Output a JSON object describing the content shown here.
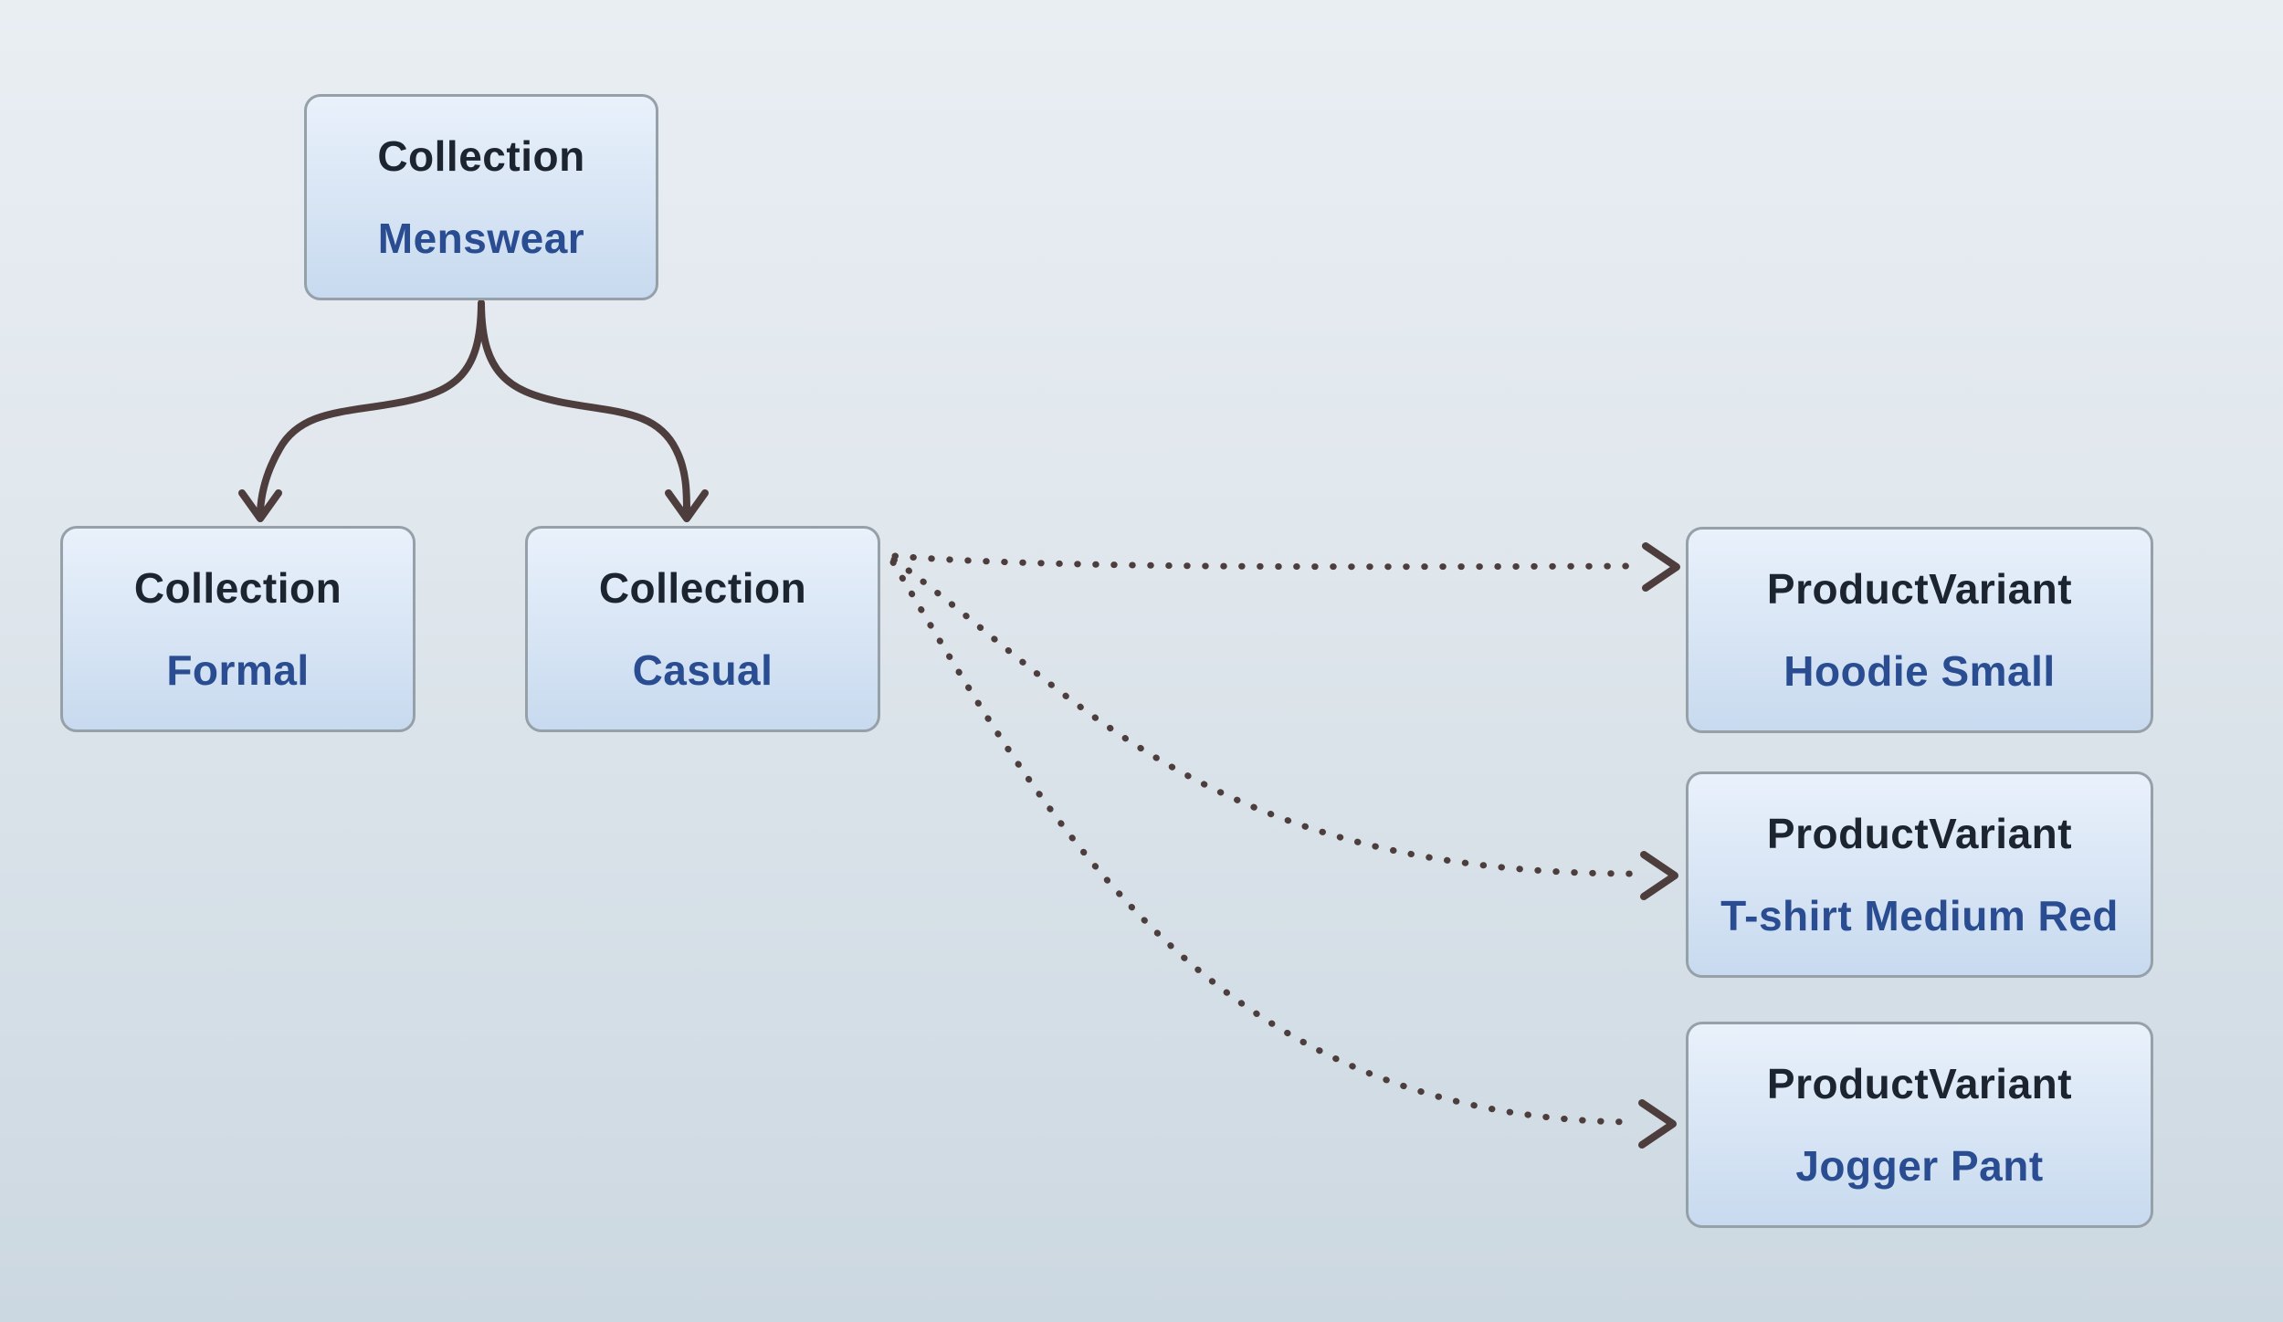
{
  "diagram": {
    "nodes": [
      {
        "id": "menswear",
        "type": "Collection",
        "name": "Menswear"
      },
      {
        "id": "formal",
        "type": "Collection",
        "name": "Formal"
      },
      {
        "id": "casual",
        "type": "Collection",
        "name": "Casual"
      },
      {
        "id": "hoodie",
        "type": "ProductVariant",
        "name": "Hoodie Small"
      },
      {
        "id": "tshirt",
        "type": "ProductVariant",
        "name": "T-shirt Medium Red"
      },
      {
        "id": "jogger",
        "type": "ProductVariant",
        "name": "Jogger Pant"
      }
    ],
    "edges": [
      {
        "from": "Menswear",
        "to": "Formal",
        "style": "solid-curved-arrow"
      },
      {
        "from": "Menswear",
        "to": "Casual",
        "style": "solid-curved-arrow"
      },
      {
        "from": "Casual",
        "to": "Hoodie Small",
        "style": "dotted-curved-arrow"
      },
      {
        "from": "Casual",
        "to": "T-shirt Medium Red",
        "style": "dotted-curved-arrow"
      },
      {
        "from": "Casual",
        "to": "Jogger Pant",
        "style": "dotted-curved-arrow"
      }
    ]
  },
  "colors": {
    "bg-top": "#e9eef3",
    "bg-bottom": "#ccd8e1",
    "node-fill-top": "#e9f1fb",
    "node-fill-bottom": "#c8daef",
    "node-border": "#96a0a9",
    "node-type-color": "#1c2430",
    "node-name-color": "#2a4d92",
    "arrow-color": "#4d3d3d"
  }
}
